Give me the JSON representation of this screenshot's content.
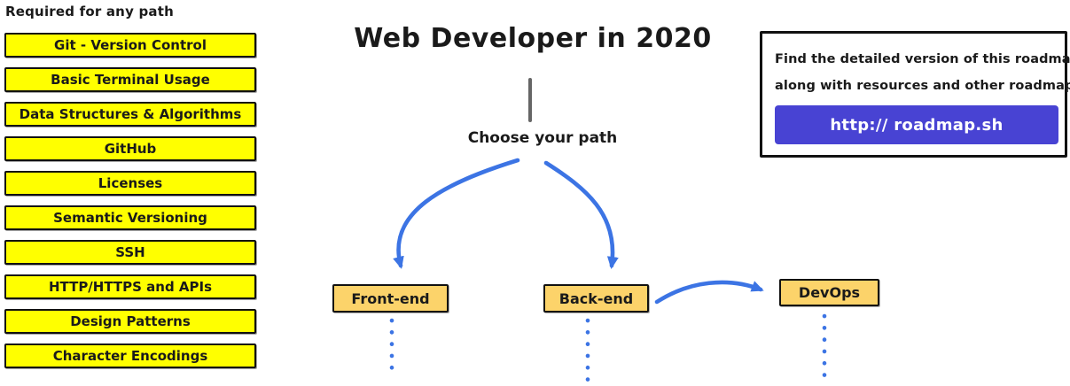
{
  "page": {
    "title": "Web Developer in 2020",
    "choose_path_label": "Choose your path"
  },
  "required": {
    "heading": "Required for any path",
    "items": [
      "Git - Version Control",
      "Basic Terminal Usage",
      "Data Structures & Algorithms",
      "GitHub",
      "Licenses",
      "Semantic Versioning",
      "SSH",
      "HTTP/HTTPS and APIs",
      "Design Patterns",
      "Character Encodings"
    ]
  },
  "paths": [
    {
      "label": "Front-end"
    },
    {
      "label": "Back-end"
    },
    {
      "label": "DevOps"
    }
  ],
  "info_box": {
    "line1": "Find the detailed version of this roadmap",
    "line2": "along with resources and other roadmaps",
    "button_label": "http:// roadmap.sh"
  },
  "colors": {
    "required_topic_fill": "#FFFF00",
    "path_topic_fill": "#FCD36A",
    "arrow_blue": "#3C74E4",
    "button_purple": "#4843D3",
    "divider_gray": "#666666",
    "border_black": "#111111"
  }
}
